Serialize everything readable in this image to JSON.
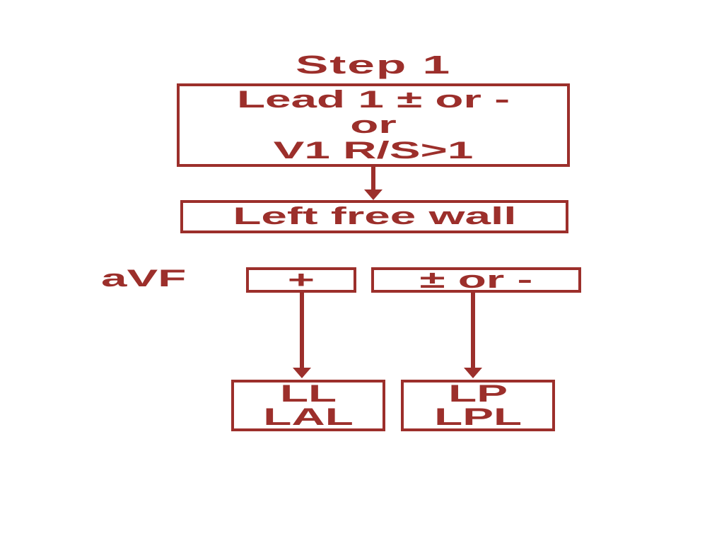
{
  "palette": {
    "accent": "#9c2f2b",
    "background": "#ffffff"
  },
  "diagram": {
    "title": "Step 1",
    "criteria_box": {
      "line1": "Lead 1 ± or -",
      "line2": "or",
      "line3": "V1 R/S>1"
    },
    "result_box": {
      "label": "Left free wall"
    },
    "branch_label": "aVF",
    "branch_positive_box": {
      "label": "+"
    },
    "branch_plusminus_box": {
      "label": "± or -"
    },
    "outcome_left_box": {
      "line1": "LL",
      "line2": "LAL"
    },
    "outcome_right_box": {
      "line1": "LP",
      "line2": "LPL"
    }
  }
}
